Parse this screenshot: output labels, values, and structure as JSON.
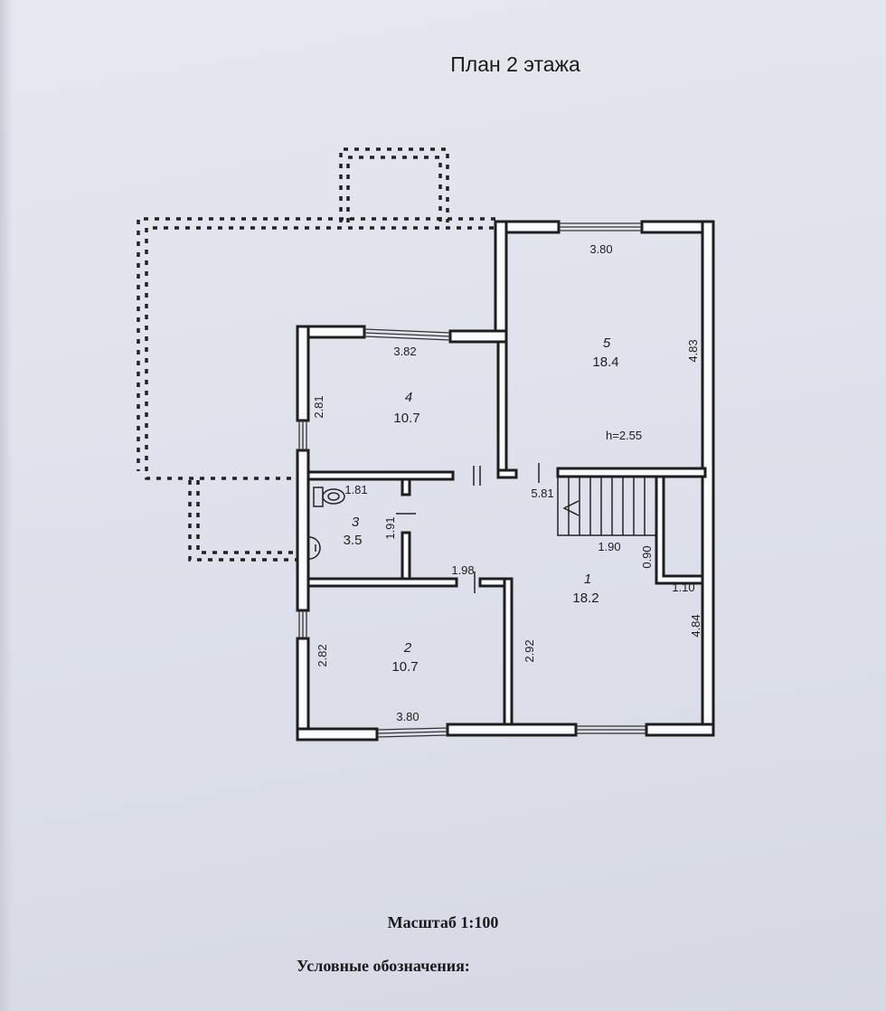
{
  "header": {
    "title": "План 2 этажа"
  },
  "footer": {
    "scale": "Масштаб 1:100",
    "legend_title": "Условные обозначения:"
  },
  "rooms": [
    {
      "number": "1",
      "area": "18.2"
    },
    {
      "number": "2",
      "area": "10.7"
    },
    {
      "number": "3",
      "area": "3.5"
    },
    {
      "number": "4",
      "area": "10.7"
    },
    {
      "number": "5",
      "area": "18.4"
    }
  ],
  "ceiling_height": "h=2.55",
  "dimensions": {
    "room5_top": "3.80",
    "room5_right": "4.83",
    "room4_top": "3.82",
    "room4_left": "2.81",
    "room3_top": "1.81",
    "room3_right": "1.91",
    "corridor_top": "5.81",
    "stair_width": "1.90",
    "stair_depth": "0.90",
    "stair_right": "1.10",
    "room1_right": "4.84",
    "room2_top": "1.98",
    "room2_right": "2.92",
    "room2_left": "2.82",
    "room2_bottom": "3.80"
  }
}
